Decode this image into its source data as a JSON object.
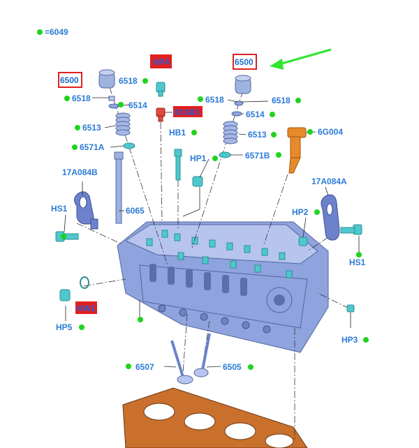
{
  "legend": {
    "marker": "=6049"
  },
  "labels": {
    "l6500a": "6500",
    "l6500b": "6500",
    "lHP4": "HP4",
    "l6518a": "6518",
    "l6518b": "6518",
    "l6518c": "6518",
    "l6518d": "6518",
    "l6514a": "6514",
    "l6514b": "6514",
    "l6C683": "6C683",
    "lHB1": "HB1",
    "l6513a": "6513",
    "l6513b": "6513",
    "l6571A": "6571A",
    "l6571B": "6571B",
    "l6G004": "6G004",
    "lHP1": "HP1",
    "l17A084B": "17A084B",
    "l17A084A": "17A084A",
    "lHS1a": "HS1",
    "lHS1b": "HS1",
    "l6065": "6065",
    "lHP2": "HP2",
    "lHW1": "HW1",
    "lHP5": "HP5",
    "lHP3": "HP3",
    "l6507": "6507",
    "l6505": "6505"
  },
  "colors": {
    "label": "#2a7bd6",
    "dot": "#1fd31f",
    "red_box": "#e02020",
    "arrow": "#2ee62e"
  },
  "icons": [
    "arrow-icon"
  ]
}
